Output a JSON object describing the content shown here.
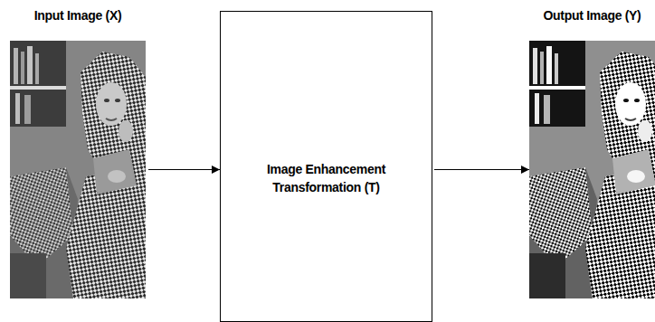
{
  "diagram": {
    "nodes": [
      {
        "text": [
          "Input Image (X)"
        ]
      },
      {
        "text": [
          "Image Enhancement Transformation (T)"
        ]
      },
      {
        "text": [
          "Output Image (Y)"
        ]
      }
    ],
    "edges": [
      {
        "from": 0,
        "to": 1,
        "arrow": "to"
      },
      {
        "from": 1,
        "to": 2,
        "arrow": "to"
      }
    ]
  }
}
